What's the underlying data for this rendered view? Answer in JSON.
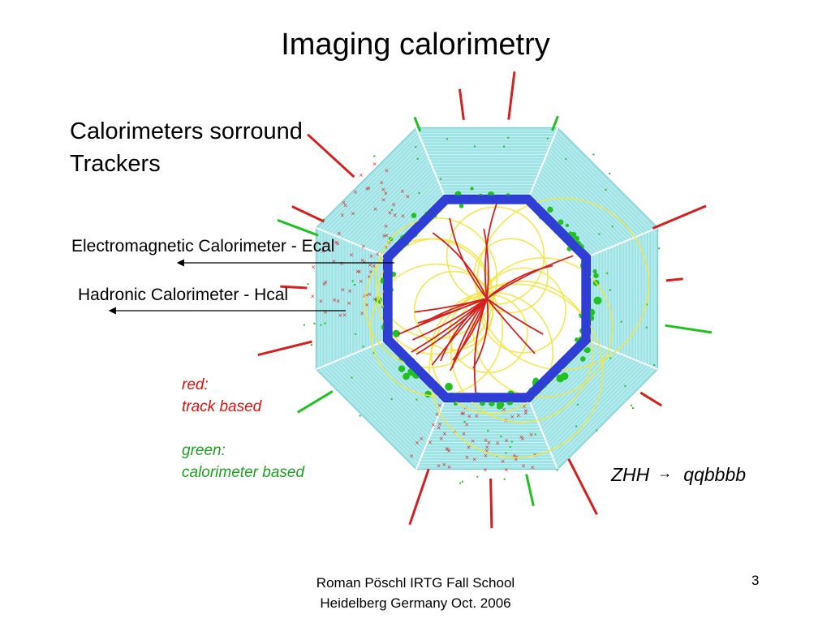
{
  "slide": {
    "title": "Imaging calorimetry",
    "intro_line1": "Calorimeters sorround",
    "intro_line2": "Trackers",
    "ecal_label": "Electromagnetic Calorimeter - Ecal",
    "hcal_label": "Hadronic Calorimeter - Hcal",
    "legend": {
      "red_title": "red:",
      "red_desc": "track based",
      "green_title": "green:",
      "green_desc": "calorimeter based"
    },
    "process": {
      "initial": "ZHH",
      "arrow": "→",
      "final": "qqbbbb"
    },
    "footer_line1": "Roman Pöschl IRTG Fall School",
    "footer_line2": "Heidelberg Germany Oct. 2006",
    "page_number": "3"
  },
  "colors": {
    "hcal": "#9ee3e6",
    "ecal": "#2f3fd6",
    "track_red": "#d42020",
    "track_yellow": "#f2e640",
    "cluster_green": "#22c022",
    "legend_red": "#e01010",
    "legend_green": "#20a020"
  }
}
